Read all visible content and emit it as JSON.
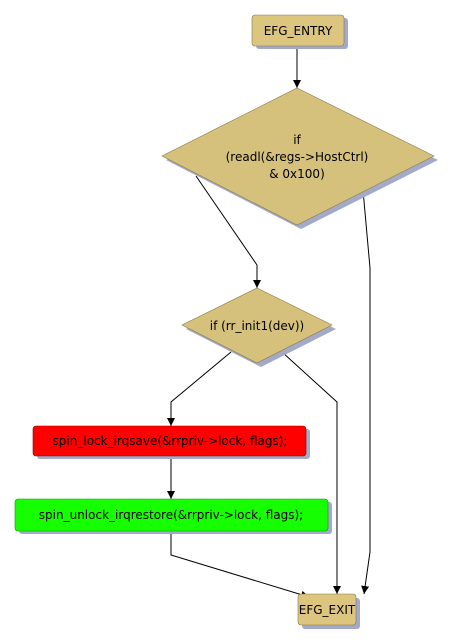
{
  "diagram": {
    "nodes": {
      "entry": {
        "label": "EFG_ENTRY",
        "fill": "#dbc57f"
      },
      "cond1": {
        "lines": [
          "if",
          "(readl(&regs->HostCtrl)",
          "& 0x100)"
        ],
        "fill": "#d6c17c"
      },
      "cond2": {
        "label": "if (rr_init1(dev))",
        "fill": "#d6c17c"
      },
      "lock": {
        "label": "spin_lock_irqsave(&rrpriv->lock, flags);",
        "fill": "#ff0000"
      },
      "unlock": {
        "label": "spin_unlock_irqrestore(&rrpriv->lock, flags);",
        "fill": "#16ff00"
      },
      "exit": {
        "label": "EFG_EXIT",
        "fill": "#dbc57f"
      }
    },
    "shadow_color": "#a3a9c9",
    "edge_color": "#000000"
  }
}
